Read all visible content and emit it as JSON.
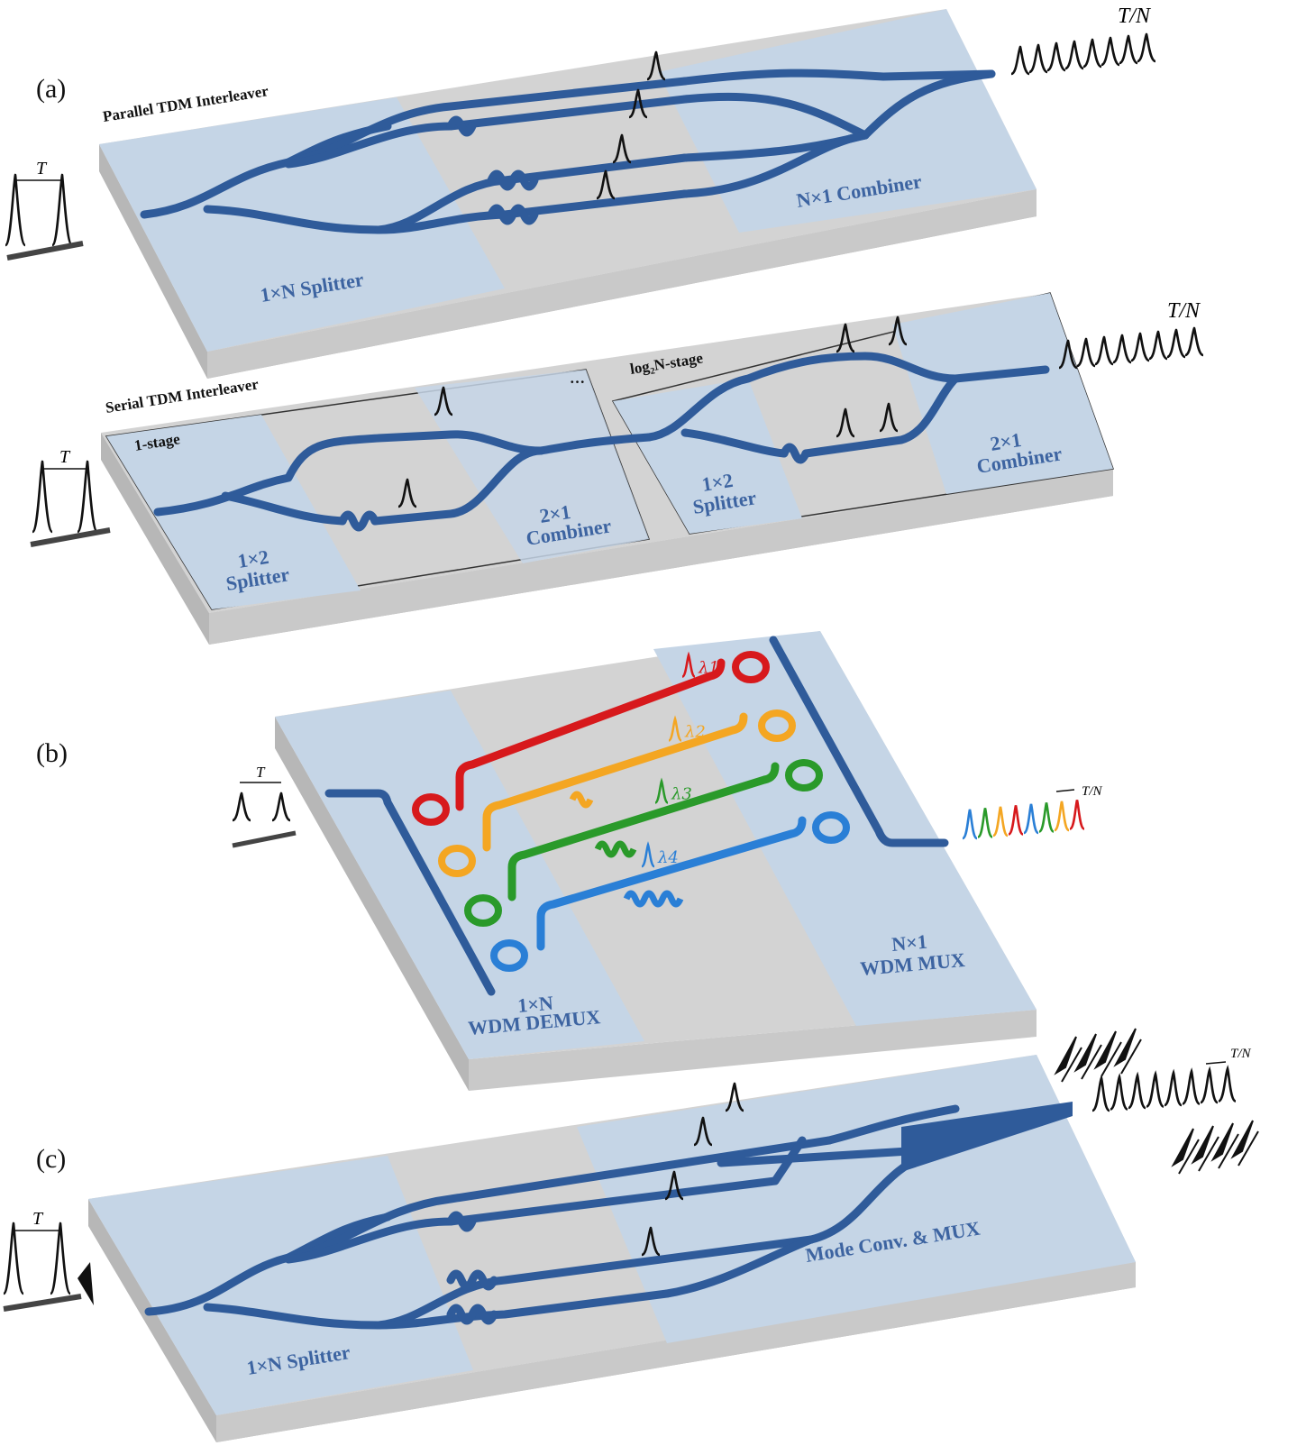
{
  "panel_labels": {
    "a": "(a)",
    "b": "(b)",
    "c": "(c)"
  },
  "parallel": {
    "title": "Parallel TDM Interleaver",
    "splitter": "1×N Splitter",
    "combiner": "N×1 Combiner",
    "input_period": "T",
    "output_period": "T/N"
  },
  "serial": {
    "title": "Serial TDM Interleaver",
    "stage1": "1-stage",
    "ellipsis": "…",
    "stage_last": "log₂N-stage",
    "splitter_line1": "1×2",
    "splitter_line2": "Splitter",
    "combiner_line1": "2×1",
    "combiner_line2": "Combiner",
    "input_period": "T",
    "output_period": "T/N"
  },
  "wdm": {
    "demux_line1": "1×N",
    "demux_line2": "WDM DEMUX",
    "mux_line1": "N×1",
    "mux_line2": "WDM MUX",
    "wavelengths": [
      "λ1",
      "λ2",
      "λ3",
      "λ4"
    ],
    "channel_colors": [
      "#d7191c",
      "#f4a622",
      "#2a9a2a",
      "#2a7fd6"
    ],
    "input_period": "T",
    "output_period": "T/N"
  },
  "mode": {
    "splitter": "1×N Splitter",
    "mux": "Mode Conv. & MUX",
    "input_period": "T",
    "output_period": "T/N"
  },
  "colors": {
    "chip_top": "#d3d3d3",
    "region_blue": "#c5d5e6",
    "waveguide": "#2f5b9a",
    "chip_side": "#bdbdbd"
  }
}
